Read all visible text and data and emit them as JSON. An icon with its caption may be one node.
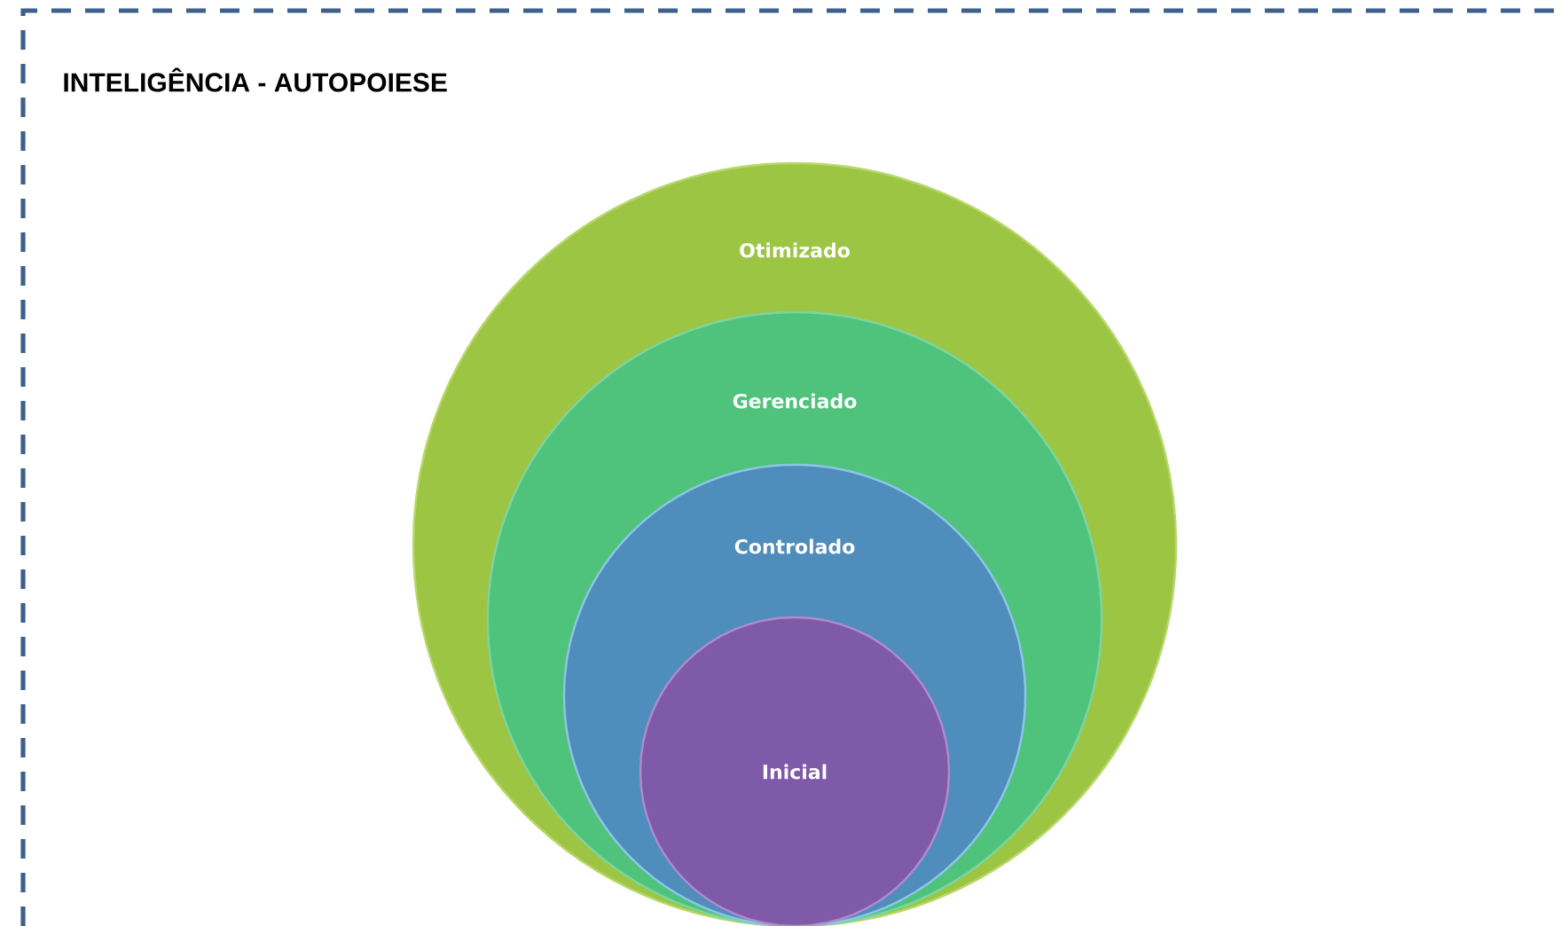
{
  "diagram": {
    "title": "INTELIGÊNCIA - AUTOPOIESE",
    "nodes": [
      {
        "text": [
          "Otimizado"
        ]
      },
      {
        "text": [
          "Gerenciado"
        ],
        "in": 0
      },
      {
        "text": [
          "Controlado"
        ],
        "in": 1
      },
      {
        "text": [
          "Inicial"
        ],
        "in": 2
      }
    ]
  }
}
